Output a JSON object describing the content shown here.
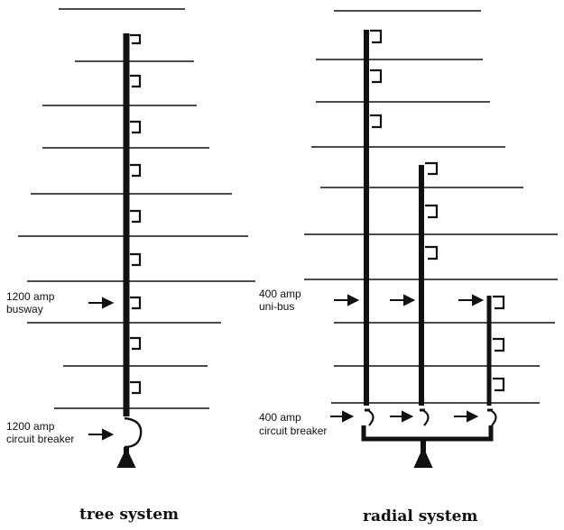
{
  "tree": {
    "busway_label_1": "1200 amp",
    "busway_label_2": "busway",
    "breaker_label_1": "1200 amp",
    "breaker_label_2": "circuit breaker",
    "caption": "tree system"
  },
  "radial": {
    "unibus_label_1": "400 amp",
    "unibus_label_2": "uni-bus",
    "breaker_label_1": "400 amp",
    "breaker_label_2": "circuit breaker",
    "caption": "radial system"
  },
  "colors": {
    "ink": "#111111",
    "background": "#ffffff"
  }
}
